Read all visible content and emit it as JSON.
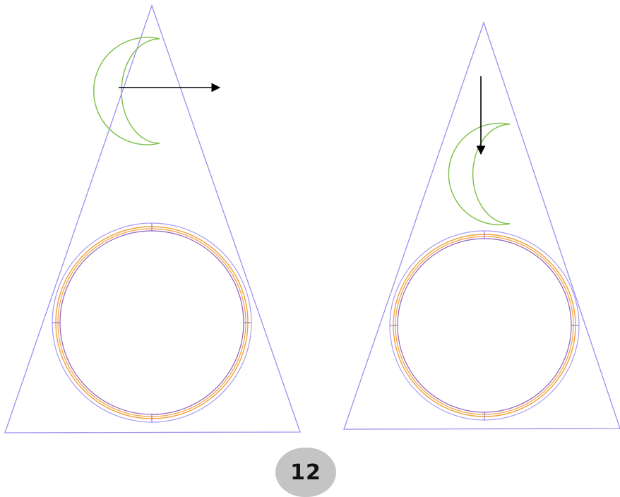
{
  "page_number": "12",
  "colors": {
    "triangle": "#9b8ff0",
    "moon": "#7bc043",
    "ring_outer": "#a99cf0",
    "ring_orange": "#f0a23c",
    "ring_inner": "#8e5fc0",
    "arrow": "#000000",
    "badge": "#c4c4c4"
  },
  "panels": [
    {
      "name": "left",
      "arrow_direction": "right"
    },
    {
      "name": "right",
      "arrow_direction": "down"
    }
  ]
}
